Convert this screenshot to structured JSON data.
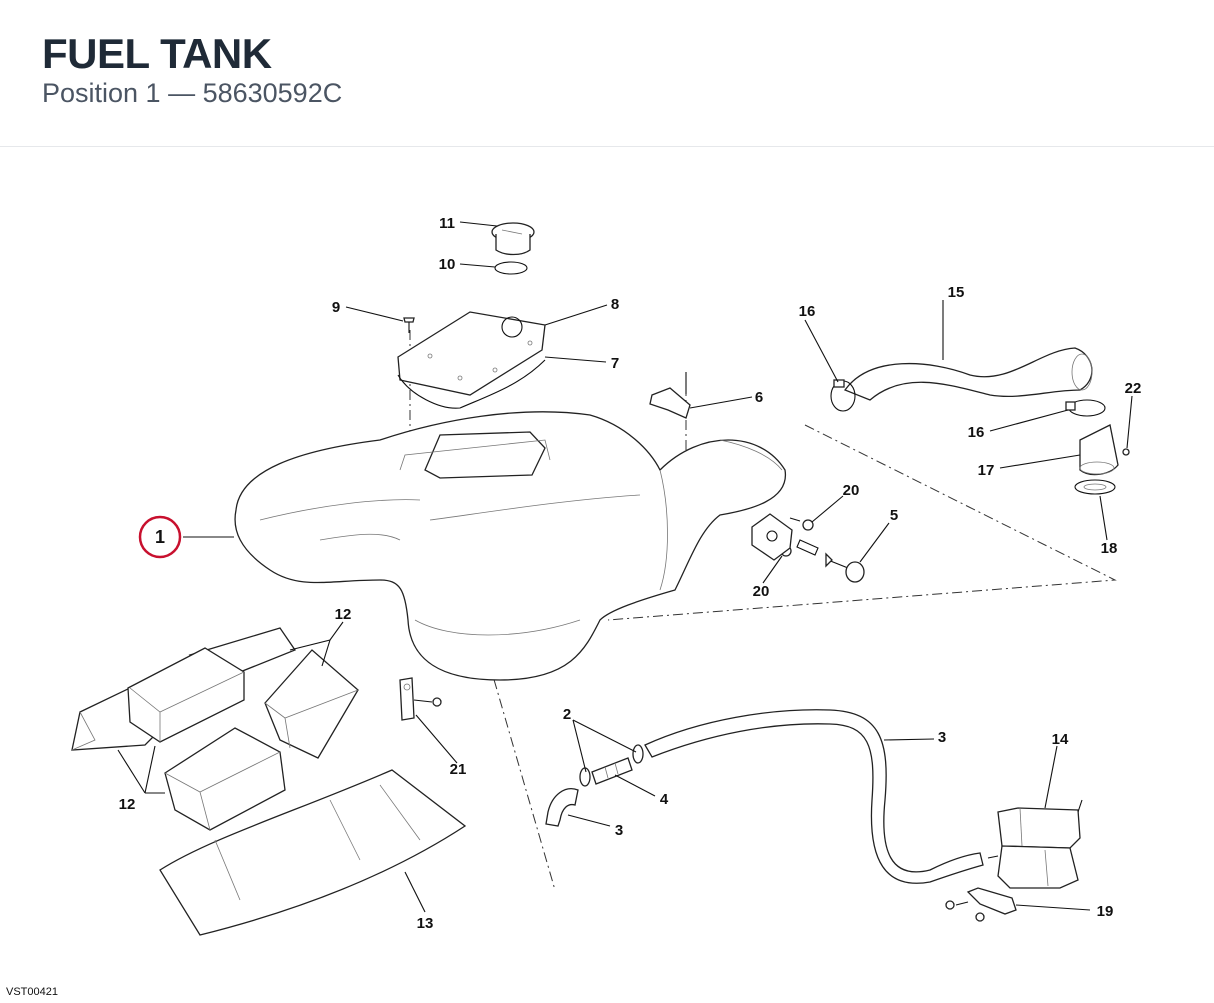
{
  "header": {
    "title": "FUEL TANK",
    "subtitle": "Position 1 — 58630592C"
  },
  "callouts": {
    "c1": "1",
    "c2": "2",
    "c3a": "3",
    "c3b": "3",
    "c4": "4",
    "c5": "5",
    "c6": "6",
    "c7": "7",
    "c8": "8",
    "c9": "9",
    "c10": "10",
    "c11": "11",
    "c12a": "12",
    "c12b": "12",
    "c13": "13",
    "c14": "14",
    "c15": "15",
    "c16a": "16",
    "c16b": "16",
    "c17": "17",
    "c18": "18",
    "c19": "19",
    "c20a": "20",
    "c20b": "20",
    "c21": "21",
    "c22": "22"
  },
  "highlight": {
    "selected_position": "1",
    "color": "#c8102e"
  },
  "footer": {
    "drawing_code": "VST00421"
  }
}
